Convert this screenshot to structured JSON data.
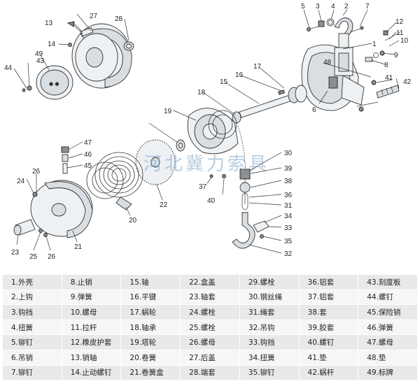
{
  "watermark": "河北冀力索具",
  "callouts": [
    "1",
    "2",
    "3",
    "4",
    "5",
    "6",
    "7",
    "8",
    "9",
    "10",
    "11",
    "12",
    "13",
    "14",
    "15",
    "16",
    "17",
    "18",
    "19",
    "20",
    "21",
    "22",
    "23",
    "24",
    "25",
    "26",
    "26",
    "27",
    "28",
    "30",
    "31",
    "32",
    "33",
    "34",
    "35",
    "36",
    "37",
    "38",
    "39",
    "40",
    "41",
    "42",
    "43",
    "44",
    "45",
    "46",
    "47",
    "48",
    "49"
  ],
  "parts_table": [
    [
      "1.外壳",
      "8.止销",
      "15.轴",
      "22.盒盖",
      "29.螺栓",
      "36.铝套",
      "43.刻度板"
    ],
    [
      "2.上钩",
      "9.弹簧",
      "16.平键",
      "23.轴套",
      "30.钢丝绳",
      "37.铝套",
      "44.螺钉"
    ],
    [
      "3.钩挡",
      "10.螺母",
      "17.蜗轮",
      "24.螺栓",
      "31.绳套",
      "38.套",
      "45.保险销"
    ],
    [
      "4.扭簧",
      "11.拉杆",
      "18.轴承",
      "25.螺栓",
      "32.吊钩",
      "39.胶套",
      "46.弹簧"
    ],
    [
      "5.铆钉",
      "12.橡皮护套",
      "19.塔轮",
      "26.螺母",
      "33.钩挡",
      "40.螺钉",
      "47.螺母"
    ],
    [
      "6.吊销",
      "13.销轴",
      "20.卷簧",
      "27.后盖",
      "34.扭簧",
      "41.垫",
      "48.垫"
    ],
    [
      "7.铆钉",
      "14.止动螺钉",
      "21.卷簧盒",
      "28.端套",
      "35.铆钉",
      "42.蜗杆",
      "49.标牌"
    ]
  ]
}
